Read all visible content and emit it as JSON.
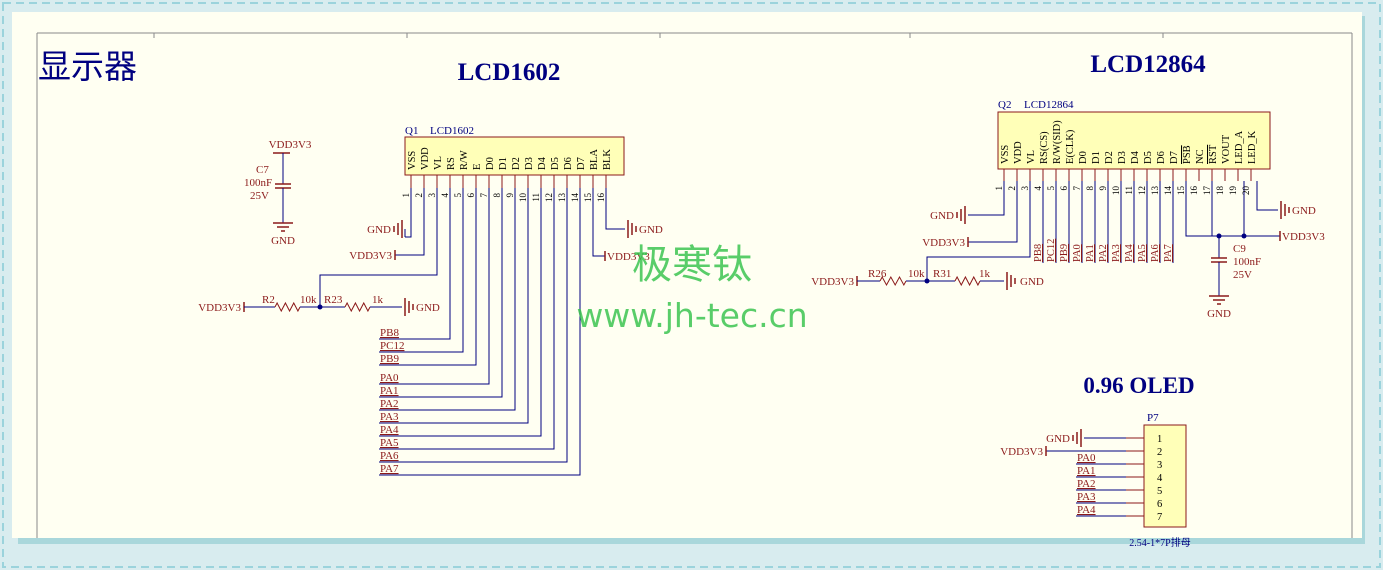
{
  "sheet_title": "显示器",
  "sections": {
    "lcd1602": "LCD1602",
    "lcd12864": "LCD12864",
    "oled": "0.96 OLED"
  },
  "watermark": {
    "name": "极寒钛",
    "url": "www.jh-tec.cn"
  },
  "nets": {
    "gnd": "GND",
    "vdd": "VDD3V3"
  },
  "q1": {
    "ref": "Q1",
    "part": "LCD1602",
    "pins": [
      "VSS",
      "VDD",
      "VL",
      "RS",
      "R/W",
      "E",
      "D0",
      "D1",
      "D2",
      "D3",
      "D4",
      "D5",
      "D6",
      "D7",
      "BLA",
      "BLK"
    ],
    "numbers": [
      "1",
      "2",
      "3",
      "4",
      "5",
      "6",
      "7",
      "8",
      "9",
      "10",
      "11",
      "12",
      "13",
      "14",
      "15",
      "16"
    ],
    "nets": [
      "PB8",
      "PC12",
      "PB9",
      "PA0",
      "PA1",
      "PA2",
      "PA3",
      "PA4",
      "PA5",
      "PA6",
      "PA7"
    ]
  },
  "q2": {
    "ref": "Q2",
    "part": "LCD12864",
    "pins": [
      "VSS",
      "VDD",
      "VL",
      "RS(CS)",
      "R/W(SID)",
      "E(CLK)",
      "D0",
      "D1",
      "D2",
      "D3",
      "D4",
      "D5",
      "D6",
      "D7",
      "PSB",
      "NC",
      "RST",
      "VOUT",
      "LED_A",
      "LED_K"
    ],
    "numbers": [
      "1",
      "2",
      "3",
      "4",
      "5",
      "6",
      "7",
      "8",
      "9",
      "10",
      "11",
      "12",
      "13",
      "14",
      "15",
      "16",
      "17",
      "18",
      "19",
      "20"
    ],
    "nets": [
      "PB8",
      "PC12",
      "PB9",
      "PA0",
      "PA1",
      "PA2",
      "PA3",
      "PA4",
      "PA5",
      "PA6",
      "PA7"
    ]
  },
  "p7": {
    "ref": "P7",
    "numbers": [
      "1",
      "2",
      "3",
      "4",
      "5",
      "6",
      "7"
    ],
    "nets": [
      "PA0",
      "PA1",
      "PA2",
      "PA3",
      "PA4"
    ],
    "footer": "2.54-1*7P排母"
  },
  "c7": {
    "ref": "C7",
    "value": "100nF",
    "voltage": "25V"
  },
  "c9": {
    "ref": "C9",
    "value": "100nF",
    "voltage": "25V"
  },
  "r2": {
    "ref": "R2",
    "value": "10k"
  },
  "r23": {
    "ref": "R23",
    "value": "1k"
  },
  "r26": {
    "ref": "R26",
    "value": "10k"
  },
  "r31": {
    "ref": "R31",
    "value": "1k"
  },
  "colors": {
    "background": "#d8ecef",
    "sheet": "#fffff2",
    "wire": "#000080",
    "component": "#8b1a1a",
    "body_fill": "#ffffb8",
    "watermark": "#34c24a",
    "border_dash": "#9bd3dc"
  }
}
